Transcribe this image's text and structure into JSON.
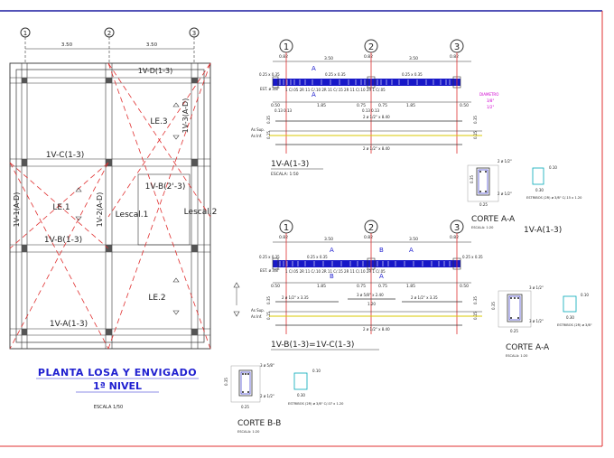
{
  "plan": {
    "axes": [
      "1",
      "2",
      "3"
    ],
    "spans": [
      "3.50",
      "3.50"
    ],
    "beams": {
      "top": "1V-D(1-3)",
      "mid_upper": "1V-C(1-3)",
      "mid_lower": "1V-B(1-3)",
      "bottom": "1V-A(1-3)",
      "left": "1V-1(A-D)",
      "center": "1V-2(A-D)",
      "right": "1V-3(A-D)",
      "stair": "1V-B(2'-3)"
    },
    "slabs": [
      "LE.1",
      "LE.2",
      "LE.3"
    ],
    "stairs": [
      "Lescal.1",
      "Lescal.2"
    ],
    "title_line1": "PLANTA LOSA Y ENVIGADO",
    "title_line2": "1ª NIVEL",
    "scale": "ESCALA 1/50"
  },
  "elev1": {
    "axes": [
      "1",
      "2",
      "3"
    ],
    "spans": [
      "3.50",
      "3.50"
    ],
    "dims_top": [
      "0.82",
      "0.82",
      "0.82"
    ],
    "side_label": "0.25 x 0.35",
    "section_labels": [
      "0.25 x 0.35",
      "0.25 x 0.35"
    ],
    "est_note": "EST. ø 3/8\"",
    "stirrup_line": "1 C/.05 2R 11 C/.10 2R 11 C/.15 2R 11 C/.10 2R 1 C/.05",
    "bot_dims": [
      "0.50",
      "1.85",
      "0.75",
      "0.75",
      "1.85",
      "0.50"
    ],
    "col_dims": [
      "0.13 0.13",
      "0.13 0.13"
    ],
    "bar_top": "2 ø 1/2\" x 8.40",
    "bar_bot": "2 ø 1/2\" x 8.40",
    "heights": [
      "0.35",
      "0.15"
    ],
    "levels": [
      "As Sup.",
      "As Inf."
    ],
    "section_marks": [
      "A",
      "A"
    ],
    "title": "1V-A(1-3)",
    "scale": "ESCALA: 1:50",
    "note_magenta": [
      "DIAMETRO",
      "3/8\"",
      "1/2\""
    ]
  },
  "corteA1": {
    "top_label": "2 ø 1/2\"",
    "bot_label": "2 ø 1/2\"",
    "height": "0.35",
    "width": "0.25",
    "stirrup_label": "ESTRIBOS (2R) ø 3/8\" C/.15 x 1.20",
    "small_dims": [
      "0.30",
      "0.10"
    ],
    "title": "CORTE A-A",
    "scale": "ESCALA: 1:20",
    "beam_ref": "1V-A(1-3)"
  },
  "elev2": {
    "axes": [
      "1",
      "2",
      "3"
    ],
    "spans": [
      "3.50",
      "3.50"
    ],
    "dims_top": [
      "0.82",
      "0.82",
      "0.82"
    ],
    "side_label": "0.25 x 0.35",
    "section_labels": [
      "0.25 x 0.35",
      "0.25 x 0.35"
    ],
    "est_note": "EST. ø 3/8\"",
    "stirrup_line": "1 C/.05 2R 11 C/.10 2R 11 C/.15 2R 11 C/.10 2R 1 C/.05",
    "bot_dims": [
      "0.50",
      "1.85",
      "0.75",
      "0.75",
      "1.85",
      "0.50"
    ],
    "mid_bars": [
      "2 ø 1/2\" x 3.35",
      "3 ø 5/8\" x 2.40",
      "2 ø 1/2\" x 3.35"
    ],
    "mid_dim": "1.20",
    "bar_bot": "2 ø 1/2\" x 8.40",
    "heights": [
      "0.35",
      "0.15"
    ],
    "levels": [
      "As Sup.",
      "As Inf."
    ],
    "section_marks": [
      "A",
      "B",
      "A",
      "B",
      "A"
    ],
    "title": "1V-B(1-3)=1V-C(1-3)"
  },
  "corteA2": {
    "top_label": "3 ø 1/2\"",
    "bot_label": "3 ø 1/2\"",
    "height": "0.35",
    "width": "0.25",
    "stirrup_label": "ESTRIBOS (2R) ø 3/8\"",
    "small_dims": [
      "0.30",
      "0.10"
    ],
    "title": "CORTE A-A",
    "scale": "ESCALA: 1:20"
  },
  "corteB": {
    "top_label": "3 ø 5/8\"",
    "bot_label": "2 ø 1/2\"",
    "height": "0.35",
    "width": "0.25",
    "stirrup_label": "ESTRIBOS (2R) ø 3/8\" C/.07 x 1.20",
    "small_dims": [
      "0.30",
      "0.10"
    ],
    "title": "CORTE B-B",
    "scale": "ESCALA: 1:20"
  }
}
